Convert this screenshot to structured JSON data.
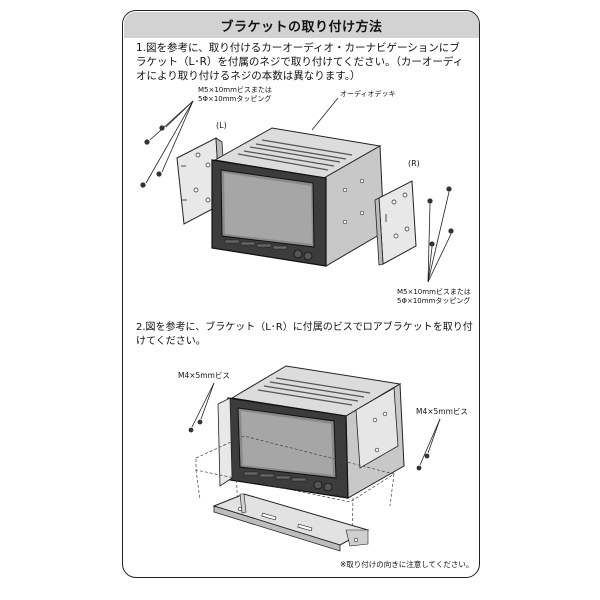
{
  "title": "ブラケットの取り付け方法",
  "step1": {
    "text": "1.図を参考に、取り付けるカーオーディオ・カーナビゲーションにブラケット（L･R）を付属のネジで取り付けてください。（カーオーディオにより取り付けるネジの本数は異なります。）"
  },
  "step2": {
    "text": "2.図を参考に、ブラケット（L･R）に付属のビスでロアブラケットを取り付けてください。"
  },
  "labels": {
    "screw_left_line1": "M5×10mmビスまたは",
    "screw_left_line2": "5Φ×10mmタッピング",
    "audio_deck": "オーディオデッキ",
    "bracket_l": "(L)",
    "bracket_r": "(R)",
    "screw_right_line1": "M5×10mmビスまたは",
    "screw_right_line2": "5Φ×10mmタッピング",
    "m4_left": "M4×5mmビス",
    "m4_right": "M4×5mmビス",
    "note": "※取り付けの向きに注意してください。"
  }
}
